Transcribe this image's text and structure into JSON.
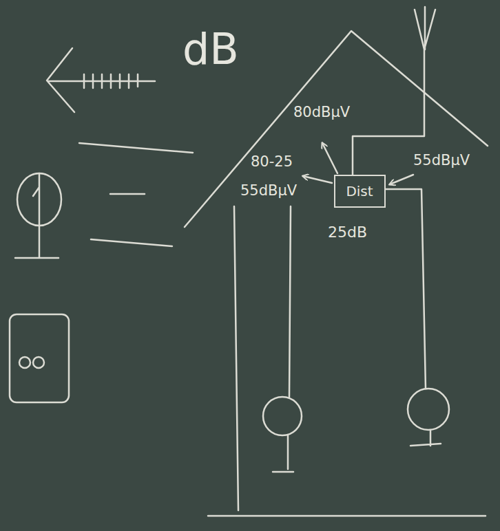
{
  "diagram": {
    "nodes": [
      {
        "text": [
          "Dist"
        ]
      }
    ],
    "labels": [
      "dB",
      "80dBμV",
      "80-25",
      "55dBμV",
      "55dBμV",
      "25dB"
    ]
  }
}
